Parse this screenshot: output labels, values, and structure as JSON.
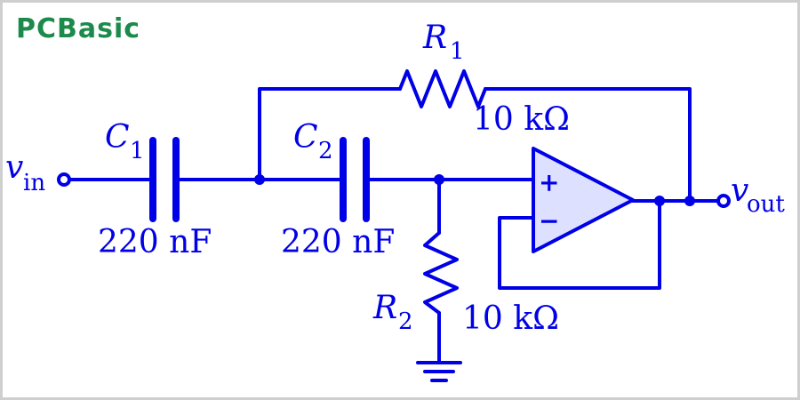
{
  "logo": {
    "text": "PCBasic",
    "color": "#1b8a4b"
  },
  "colors": {
    "wire": "#0000e6",
    "opamp_fill": "#dde0ff",
    "frame": "#cfcfcf"
  },
  "labels": {
    "vin_main": "v",
    "vin_sub": "in",
    "vout_main": "v",
    "vout_sub": "out",
    "c1_main": "C",
    "c1_sub": "1",
    "c1_value": "220 nF",
    "c2_main": "C",
    "c2_sub": "2",
    "c2_value": "220 nF",
    "r1_main": "R",
    "r1_sub": "1",
    "r1_value": "10 kΩ",
    "r2_main": "R",
    "r2_sub": "2",
    "r2_value": "10 kΩ",
    "opamp_plus": "+",
    "opamp_minus": "−"
  }
}
